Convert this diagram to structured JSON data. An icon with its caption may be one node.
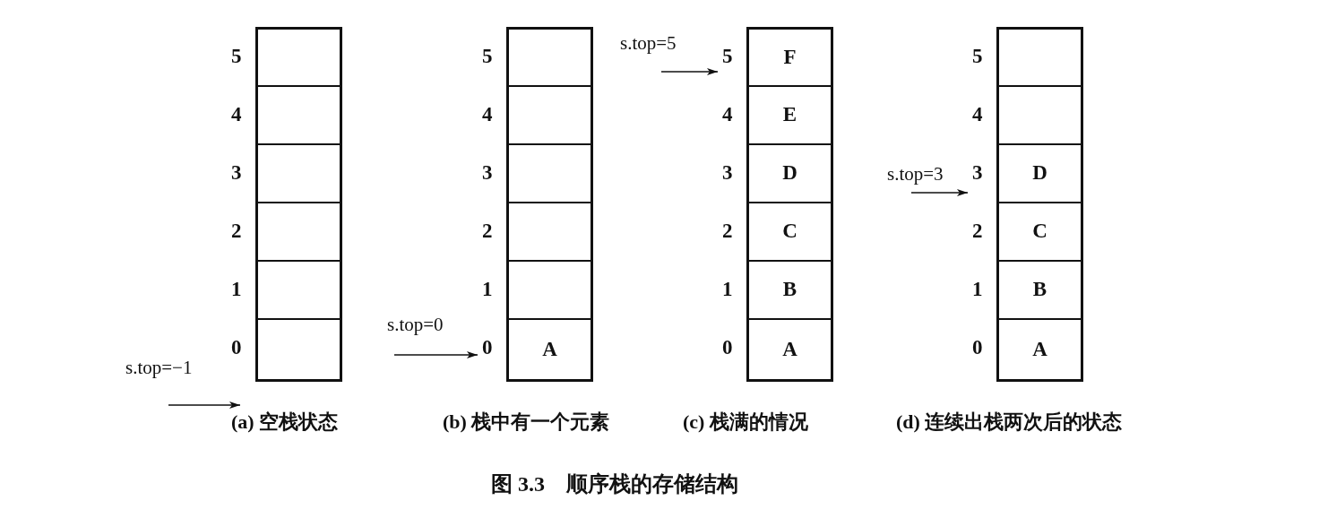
{
  "diagram": {
    "caption": "图 3.3　顺序栈的存储结构",
    "nodes": [
      {
        "text": [],
        "shape": "box"
      },
      {
        "text": [],
        "shape": "box",
        "in": 0,
        "beside": [
          "5"
        ]
      },
      {
        "text": [],
        "shape": "box",
        "in": 0,
        "beside": [
          "4"
        ]
      },
      {
        "text": [],
        "shape": "box",
        "in": 0,
        "beside": [
          "3"
        ]
      },
      {
        "text": [],
        "shape": "box",
        "in": 0,
        "beside": [
          "2"
        ]
      },
      {
        "text": [],
        "shape": "box",
        "in": 0,
        "beside": [
          "1"
        ]
      },
      {
        "text": [],
        "shape": "box",
        "in": 0,
        "beside": [
          "0"
        ]
      },
      {
        "text": [],
        "shape": "box"
      },
      {
        "text": [],
        "shape": "box",
        "in": 7,
        "beside": [
          "5"
        ]
      },
      {
        "text": [],
        "shape": "box",
        "in": 7,
        "beside": [
          "4"
        ]
      },
      {
        "text": [],
        "shape": "box",
        "in": 7,
        "beside": [
          "3"
        ]
      },
      {
        "text": [],
        "shape": "box",
        "in": 7,
        "beside": [
          "2"
        ]
      },
      {
        "text": [],
        "shape": "box",
        "in": 7,
        "beside": [
          "1"
        ]
      },
      {
        "text": [
          "A"
        ],
        "in": 7,
        "beside": [
          "0"
        ]
      },
      {
        "text": [],
        "shape": "box"
      },
      {
        "text": [
          "F"
        ],
        "in": 14,
        "beside": [
          "5"
        ]
      },
      {
        "text": [
          "E"
        ],
        "in": 14,
        "beside": [
          "4"
        ]
      },
      {
        "text": [
          "D"
        ],
        "in": 14,
        "beside": [
          "3"
        ]
      },
      {
        "text": [
          "C"
        ],
        "in": 14,
        "beside": [
          "2"
        ]
      },
      {
        "text": [
          "B"
        ],
        "in": 14,
        "beside": [
          "1"
        ]
      },
      {
        "text": [
          "A"
        ],
        "in": 14,
        "beside": [
          "0"
        ]
      },
      {
        "text": [],
        "shape": "box"
      },
      {
        "text": [],
        "shape": "box",
        "in": 21,
        "beside": [
          "5"
        ]
      },
      {
        "text": [],
        "shape": "box",
        "in": 21,
        "beside": [
          "4"
        ]
      },
      {
        "text": [
          "D"
        ],
        "in": 21,
        "beside": [
          "3"
        ]
      },
      {
        "text": [
          "C"
        ],
        "in": 21,
        "beside": [
          "2"
        ]
      },
      {
        "text": [
          "B"
        ],
        "in": 21,
        "beside": [
          "1"
        ]
      },
      {
        "text": [
          "A"
        ],
        "in": 21,
        "beside": [
          "0"
        ]
      },
      {
        "text": [
          "s.top=−1"
        ]
      },
      {
        "text": [
          "s.top=0"
        ]
      },
      {
        "text": [
          "s.top=5"
        ]
      },
      {
        "text": [
          "s.top=3"
        ]
      }
    ],
    "edges": [
      {
        "from": 28,
        "to": 0,
        "arrow": "to"
      },
      {
        "from": 29,
        "to": 13,
        "arrow": "to"
      },
      {
        "from": 30,
        "to": 15,
        "arrow": "to"
      },
      {
        "from": 31,
        "to": 24,
        "arrow": "to"
      }
    ],
    "labels": [
      "(a) 空栈状态",
      "(b) 栈中有一个元素",
      "(c) 栈满的情况",
      "(d) 连续出栈两次后的状态"
    ]
  }
}
